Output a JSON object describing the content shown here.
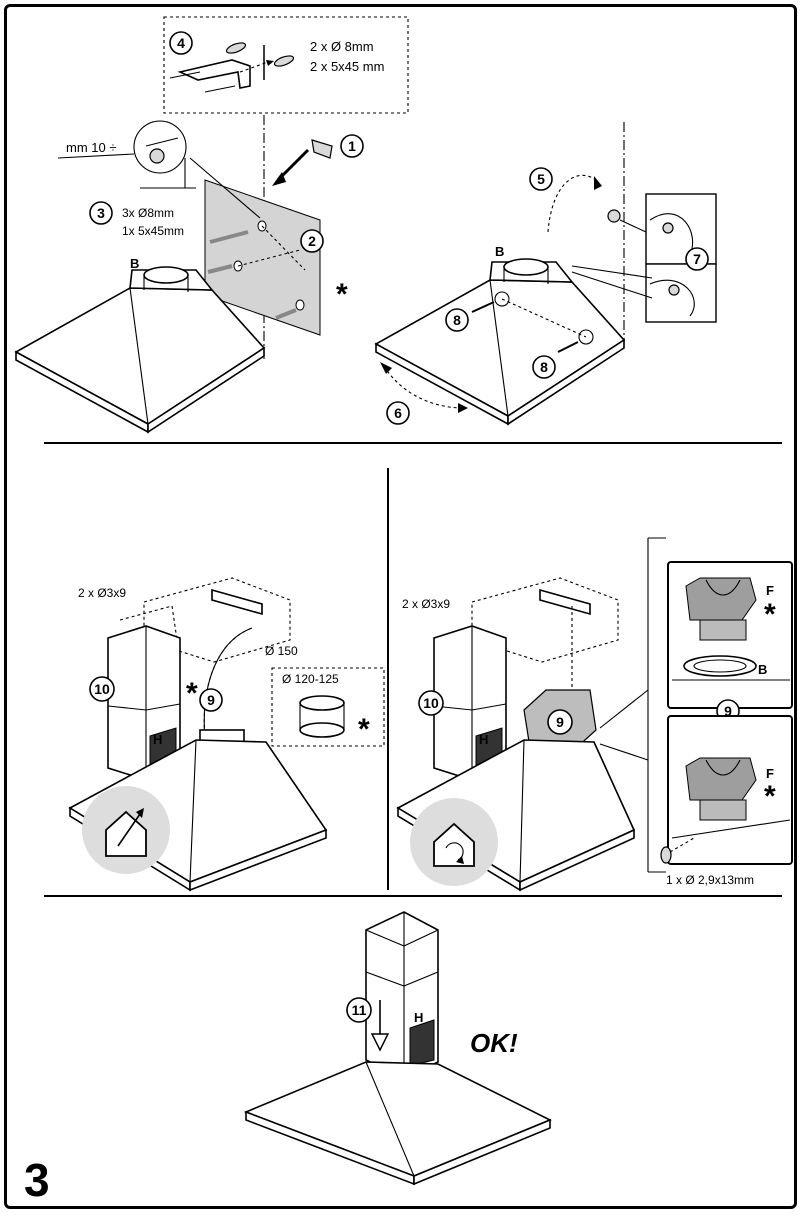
{
  "page_number": "3",
  "steps": {
    "s1": "1",
    "s2": "2",
    "s3": "3",
    "s4": "4",
    "s5": "5",
    "s6": "6",
    "s7": "7",
    "s8a": "8",
    "s8b": "8",
    "s9a": "9",
    "s9b": "9",
    "s9c": "9",
    "s10a": "10",
    "s10b": "10",
    "s11": "11"
  },
  "labels": {
    "screws_top_1": "2 x Ø 8mm",
    "screws_top_2": "2 x 5x45 mm",
    "gap": "mm 10 ÷",
    "screws_mid_1": "3x Ø8mm",
    "screws_mid_2": "1x 5x45mm",
    "part_b_left": "B",
    "part_b_right": "B",
    "part_b_detail": "B",
    "screws_ducted": "2 x Ø3x9",
    "screws_recirc": "2 x Ø3x9",
    "duct_diameter": "Ø 150",
    "adapter_diameter": "Ø 120-125",
    "part_h_a": "H",
    "part_h_b": "H",
    "part_h_c": "H",
    "part_f_a": "F",
    "part_f_b": "F",
    "screw_filter": "1 x Ø 2,9x13mm",
    "ok": "OK!",
    "optional_marker": "*"
  },
  "icons": {
    "ducted_mode": "house-exhaust-icon",
    "recirculation_mode": "house-recirculation-icon"
  }
}
